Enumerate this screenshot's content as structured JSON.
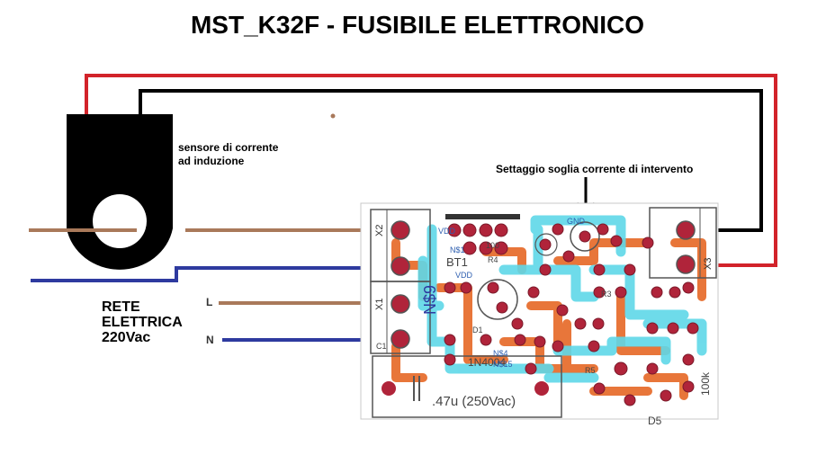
{
  "title": "MST_K32F - FUSIBILE ELETTRONICO",
  "labels": {
    "sensor_line1": "sensore di corrente",
    "sensor_line2": "ad induzione",
    "setting": "Settaggio soglia corrente di intervento",
    "rete_line1": "RETE",
    "rete_line2": "ELETTRICA",
    "rete_line3": "220Vac",
    "line_l": "L",
    "line_n": "N"
  },
  "pcb": {
    "capacitor": ".47u (250Vac)",
    "diode_main": "1N4004",
    "diode_d5": "D5",
    "trimmer": "100k",
    "connector_x1": "X1",
    "connector_x2": "X2",
    "connector_x3": "X3",
    "net_n9": "N$9",
    "silk": [
      "VDD",
      "N$1",
      "BT1",
      "R4",
      "VDD",
      "N$4",
      "N$15",
      "GND",
      "R3",
      "R5",
      "C1",
      "100",
      "D1"
    ]
  },
  "colors": {
    "wire_red": "#d2232a",
    "wire_black": "#000000",
    "wire_brown": "#a9795a",
    "wire_blue": "#2e3a9f",
    "trace_orange": "#e8763a",
    "trace_cyan": "#5fd8e8",
    "pad_red": "#b0243a"
  }
}
